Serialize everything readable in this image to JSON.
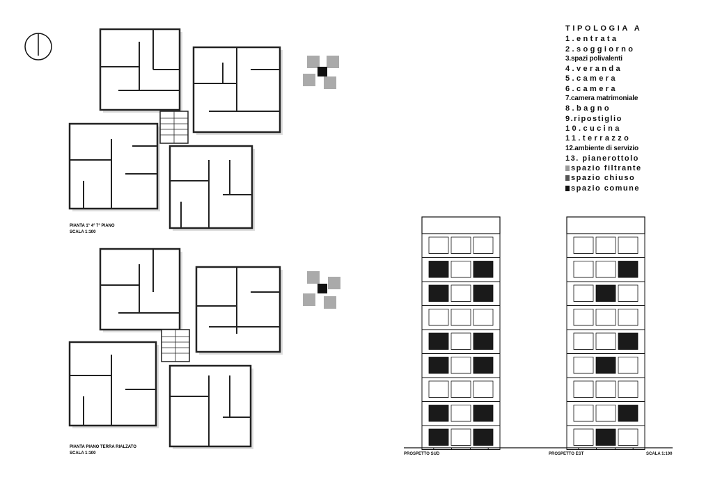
{
  "plans": {
    "upper": {
      "caption_line1": "PIANTA 1° 4° 7° PIANO",
      "caption_line2": "SCALA 1:100"
    },
    "ground": {
      "caption_line1": "PIANTA PIANO TERRA RIALZATO",
      "caption_line2": "SCALA 1:100"
    }
  },
  "legend": {
    "title": "TIPOLOGIA A",
    "items": [
      {
        "text": "1.entrata",
        "style": "wide"
      },
      {
        "text": "2.soggiorno",
        "style": "wide"
      },
      {
        "text": "3.spazi polivalenti",
        "style": "tight"
      },
      {
        "text": "4.veranda",
        "style": "wide"
      },
      {
        "text": "5.camera",
        "style": "wide"
      },
      {
        "text": "6.camera",
        "style": "wide"
      },
      {
        "text": "7.camera matrimoniale",
        "style": "tight"
      },
      {
        "text": "8.bagno",
        "style": "wide"
      },
      {
        "text": "9.ripostiglio",
        "style": "mid"
      },
      {
        "text": "10.cucina",
        "style": "wide"
      },
      {
        "text": "11.terrazzo",
        "style": "wide"
      },
      {
        "text": "12.ambiente di servizio",
        "style": "tight"
      },
      {
        "text": "13. pianerottolo",
        "style": "mid"
      },
      {
        "text": "spazio filtrante",
        "style": "mid",
        "swatch": "#999999"
      },
      {
        "text": "spazio chiuso",
        "style": "mid",
        "swatch": "#555555"
      },
      {
        "text": "spazio comune",
        "style": "mid",
        "swatch": "#111111"
      }
    ]
  },
  "elevations": {
    "south_label": "PROSPETTO SUD",
    "east_label": "PROSPETTO EST",
    "scale_label": "SCALA 1:100"
  }
}
